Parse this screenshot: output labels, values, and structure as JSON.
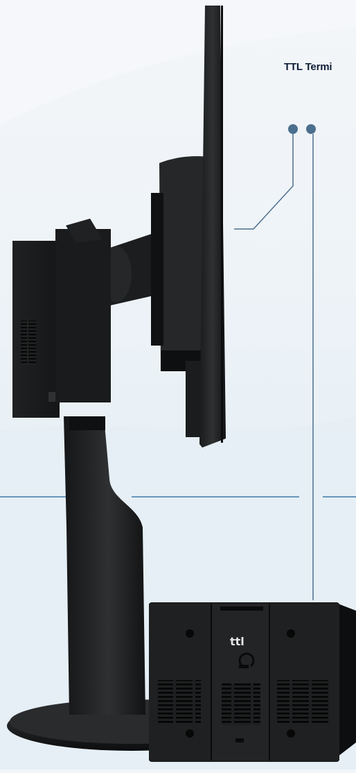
{
  "title": "TTL Termi",
  "logo_text": "ttl",
  "colors": {
    "background": "#eef3f7",
    "accent_line": "#3f78a6",
    "product_dark": "#1b1c1e",
    "title_text": "#0f1e37"
  },
  "icons": {
    "callout_dots": "dot-marker",
    "product": "ttl-terminal-box"
  }
}
